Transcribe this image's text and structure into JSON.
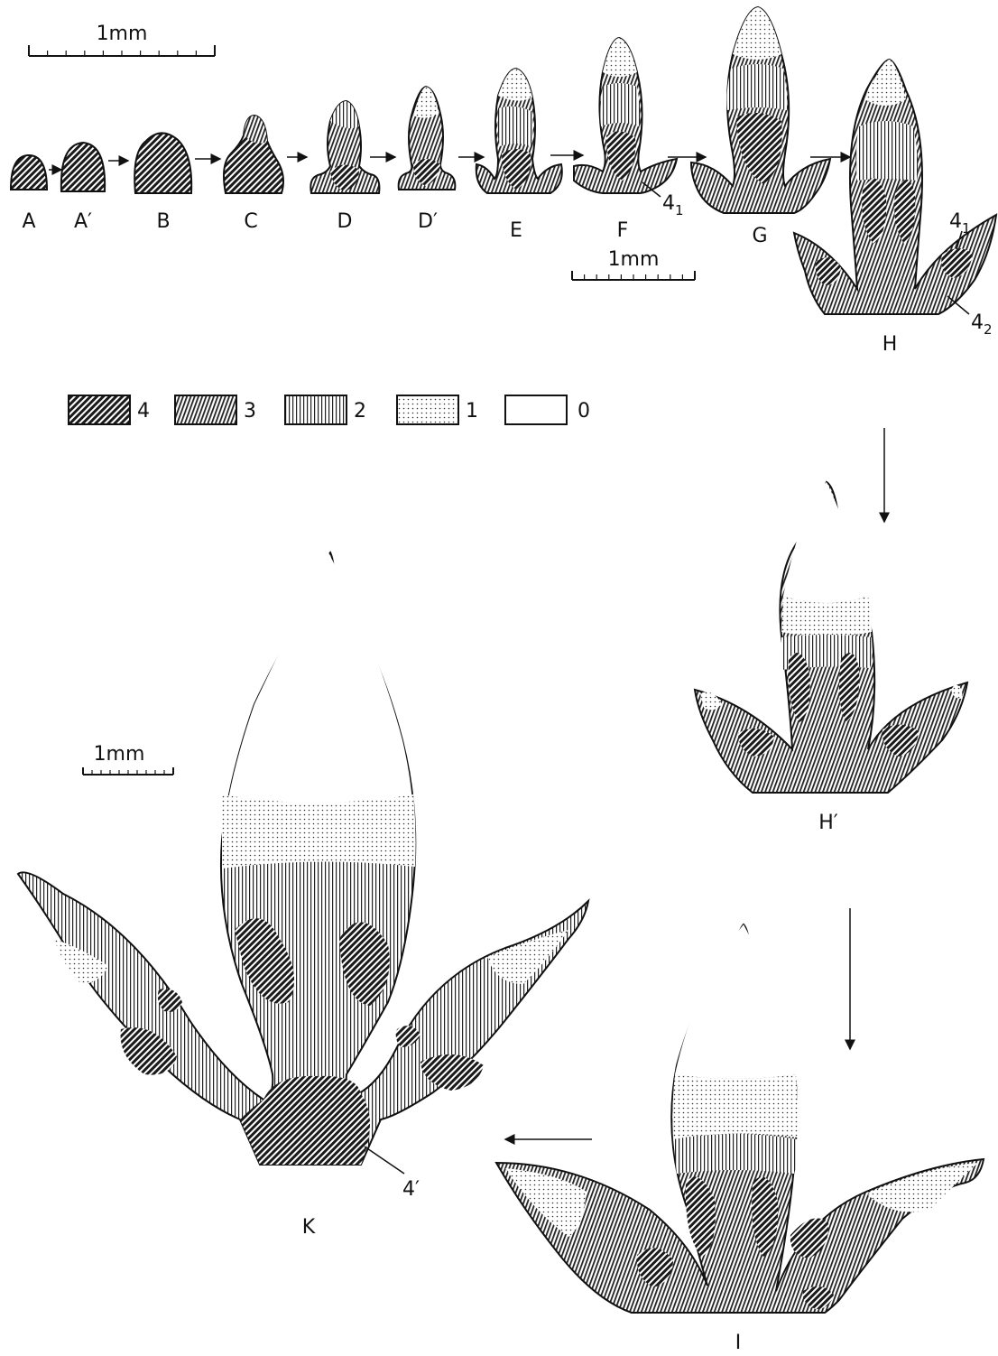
{
  "scale_bars": {
    "top": "1mm",
    "middle": "1mm",
    "left": "1mm"
  },
  "stage_labels": {
    "A": "A",
    "A_prime": "A′",
    "B": "B",
    "C": "C",
    "D": "D",
    "D_prime": "D′",
    "E": "E",
    "F": "F",
    "G": "G",
    "H": "H",
    "H_prime": "H′",
    "I": "I",
    "K": "K"
  },
  "annotations": {
    "F_4_1": "4",
    "F_4_1_sub": "1",
    "H_4_1": "4",
    "H_4_1_sub": "1",
    "H_4_2": "4",
    "H_4_2_sub": "2",
    "K_4_prime": "4′"
  },
  "legend": [
    {
      "pattern": "dense-hatch",
      "label": "4"
    },
    {
      "pattern": "fine-hatch",
      "label": "3"
    },
    {
      "pattern": "vertical-lines",
      "label": "2"
    },
    {
      "pattern": "dots",
      "label": "1"
    },
    {
      "pattern": "blank",
      "label": "0"
    }
  ]
}
